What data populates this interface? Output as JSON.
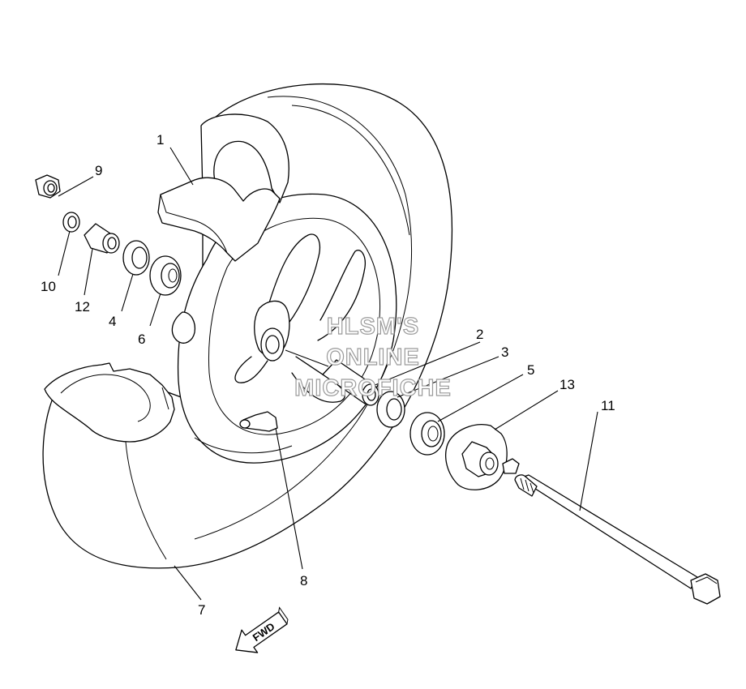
{
  "callouts": {
    "c1": "1",
    "c2": "2",
    "c3": "3",
    "c4": "4",
    "c5": "5",
    "c6": "6",
    "c7": "7",
    "c8": "8",
    "c9": "9",
    "c10": "10",
    "c11": "11",
    "c12": "12",
    "c13": "13"
  },
  "watermark": {
    "line1": "HLSM'S",
    "line2": "ONLINE",
    "line3": "MICROFICHE"
  },
  "direction_arrow": {
    "label": "FWD"
  }
}
